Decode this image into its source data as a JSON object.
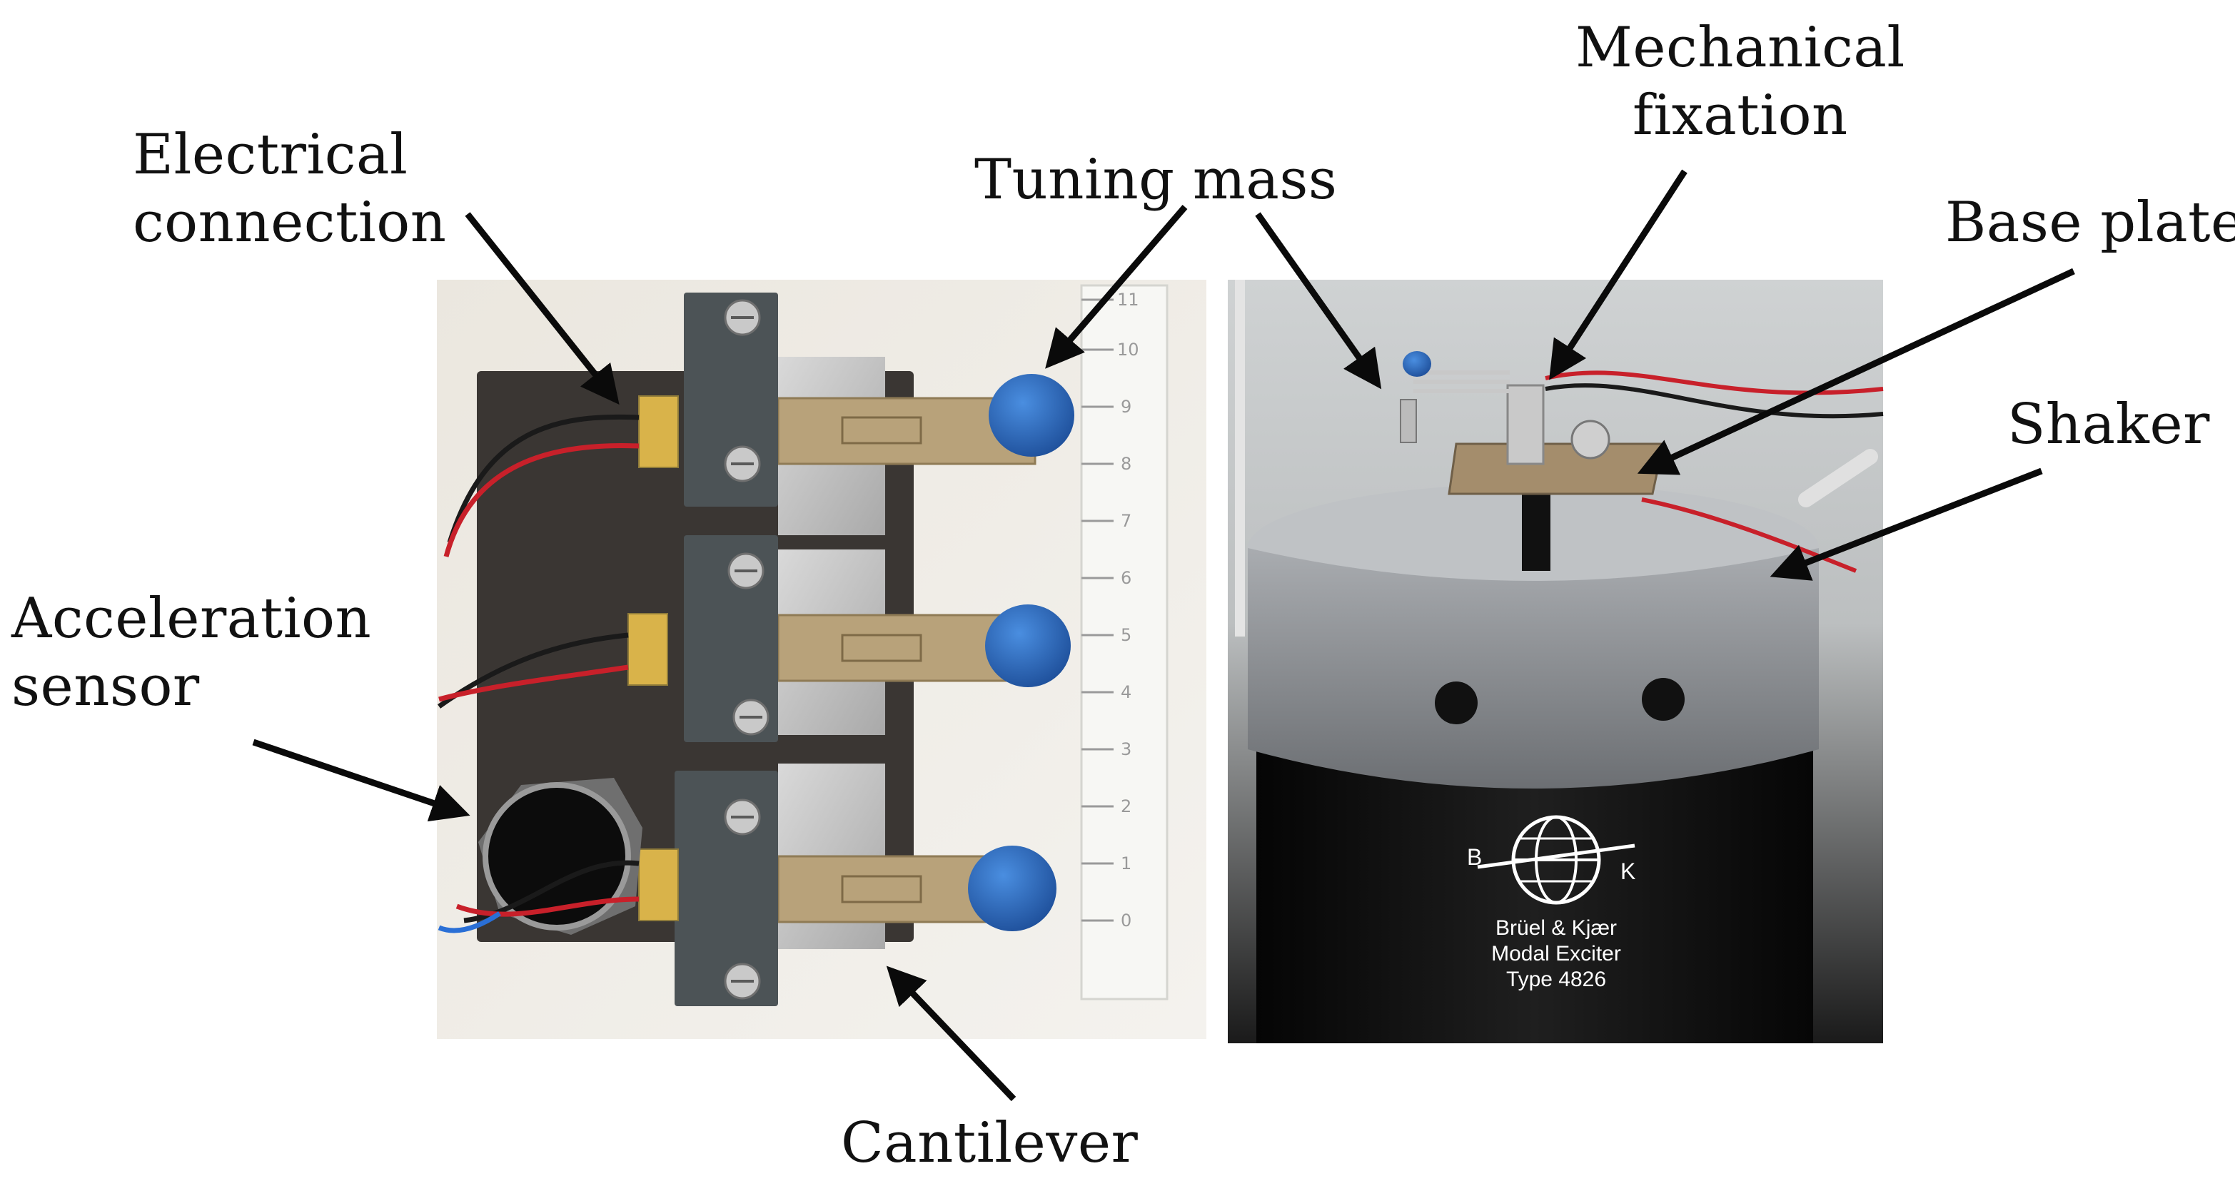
{
  "labels": {
    "electrical_line1": "Electrical",
    "electrical_line2": "connection",
    "tuning_mass": "Tuning mass",
    "mechanical_line1": "Mechanical",
    "mechanical_line2": "fixation",
    "base_plate": "Base plate",
    "acceleration_line1": "Acceleration",
    "acceleration_line2": "sensor",
    "shaker": "Shaker",
    "cantilever": "Cantilever"
  },
  "left_photo": {
    "ruler_ticks": [
      "0",
      "1",
      "2",
      "3",
      "4",
      "5",
      "6",
      "7",
      "8",
      "9",
      "10",
      "11"
    ]
  },
  "right_photo": {
    "brand_left": "B",
    "brand_right": "K",
    "product_line1": "Brüel & Kjær",
    "product_line2": "Modal Exciter",
    "product_line3": "Type 4826"
  },
  "colors": {
    "label_text": "#111111",
    "arrow": "#0a0a0a",
    "cantilever": "#b8a27a",
    "tuning_mass": "#2f6fc4",
    "base_plate": "#3a3633",
    "shaker_body": "#161616",
    "shaker_cap": "#8c8f94"
  }
}
